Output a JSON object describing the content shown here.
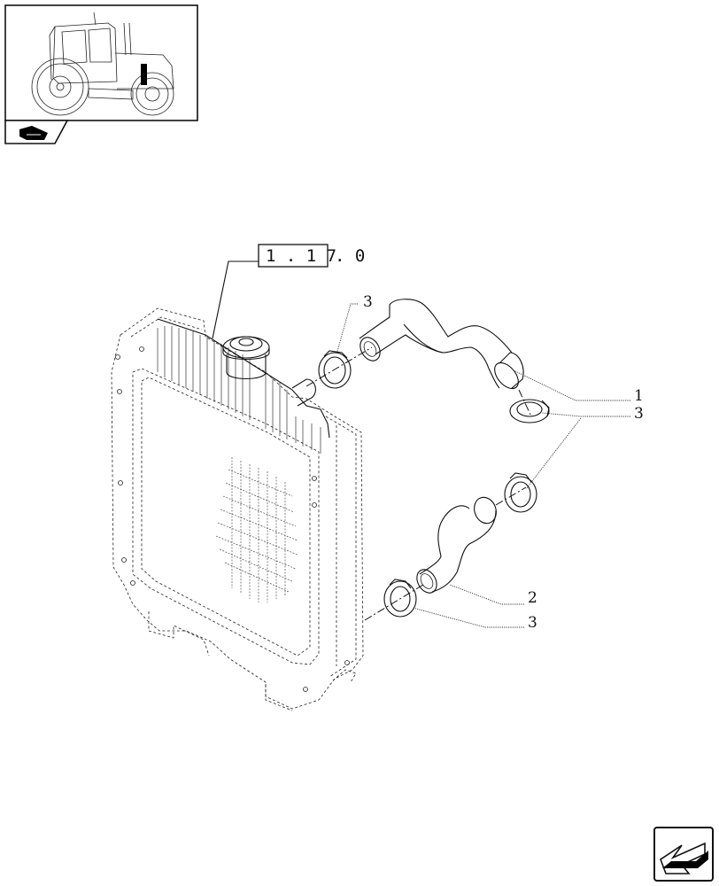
{
  "reference": {
    "boxed": "1.17",
    "suffix": ".0",
    "boxed_digits": [
      "1",
      "1",
      "7"
    ]
  },
  "callouts": [
    {
      "id": "hose-upper",
      "label": "1"
    },
    {
      "id": "clamp-upper-pair",
      "label": "3"
    },
    {
      "id": "clamp-top",
      "label": "3"
    },
    {
      "id": "hose-lower",
      "label": "2"
    },
    {
      "id": "clamp-lower",
      "label": "3"
    }
  ],
  "icons": {
    "thumbnail": "tractor-thumbnail-icon",
    "section": "section-bookmark-icon",
    "navigation": "next-page-arrow-icon"
  }
}
